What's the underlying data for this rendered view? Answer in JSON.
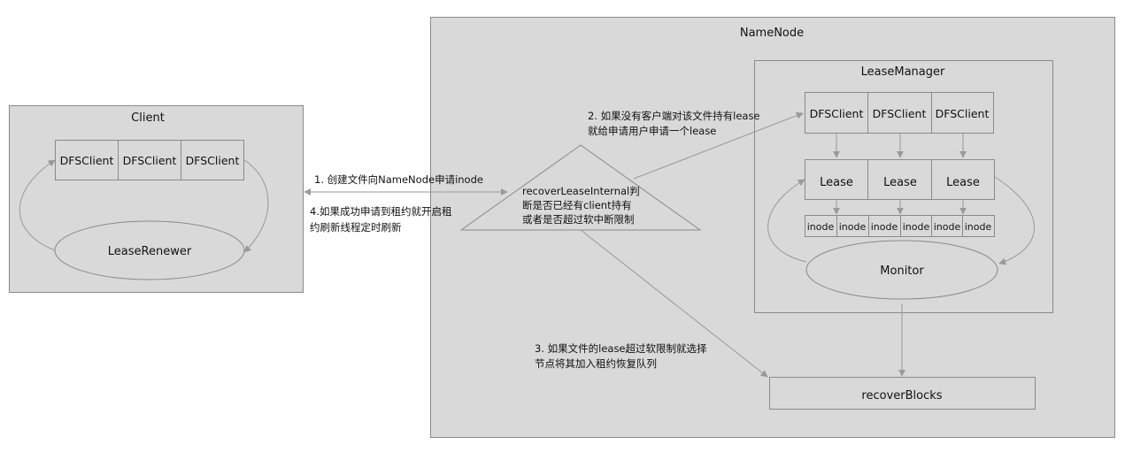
{
  "client": {
    "title": "Client",
    "dfs_clients": [
      "DFSClient",
      "DFSClient",
      "DFSClient"
    ],
    "renewer": "LeaseRenewer"
  },
  "namenode": {
    "title": "NameNode",
    "recover_lease": {
      "line1": "recoverLeaseInternal判",
      "line2": "断是否已经有client持有",
      "line3": "或者是否超过软中断限制"
    },
    "recover_blocks": "recoverBlocks"
  },
  "lease_manager": {
    "title": "LeaseManager",
    "dfs_clients": [
      "DFSClient",
      "DFSClient",
      "DFSClient"
    ],
    "leases": [
      "Lease",
      "Lease",
      "Lease"
    ],
    "inodes": [
      "inode",
      "inode",
      "inode",
      "inode",
      "inode",
      "inode"
    ],
    "monitor": "Monitor"
  },
  "annotations": {
    "step1": "1. 创建文件向NameNode申请inode",
    "step2_line1": "2. 如果没有客户端对该文件持有lease",
    "step2_line2": "就给申请用户申请一个lease",
    "step3_line1": "3. 如果文件的lease超过软限制就选择",
    "step3_line2": "节点将其加入租约恢复队列",
    "step4_line1": "4.如果成功申请到租约就开启租",
    "step4_line2": "约刷新线程定时刷新"
  },
  "colors": {
    "box_fill": "#d9d9d9",
    "stroke": "#8a8a8a",
    "arrow": "#999999",
    "text": "#111111"
  }
}
